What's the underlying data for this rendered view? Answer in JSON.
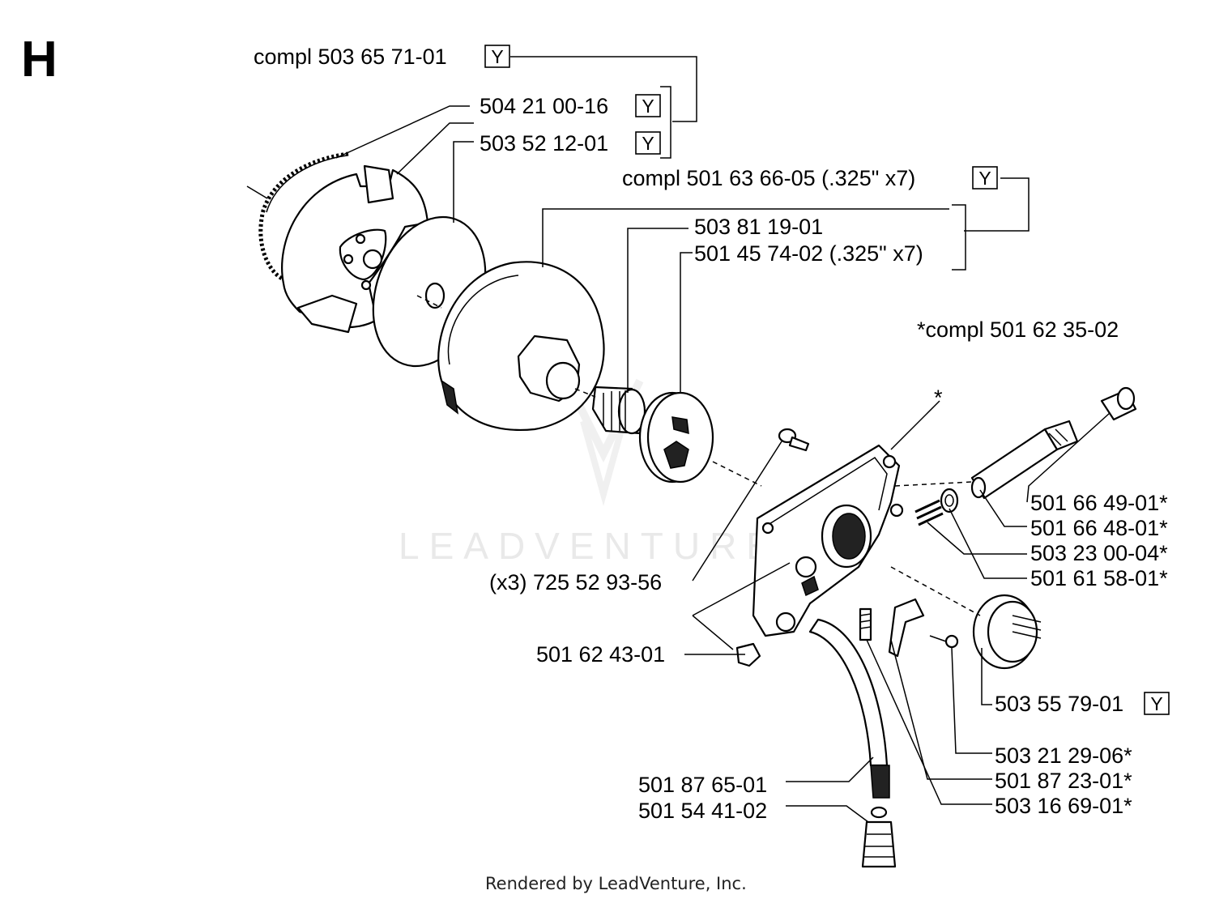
{
  "section_letter": "H",
  "watermark": "LEADVENTURE",
  "footer": "Rendered by LeadVenture, Inc.",
  "labels": {
    "compl_503_65_71_01": "compl 503 65 71-01",
    "p504_21_00_16": "504 21 00-16",
    "p503_52_12_01": "503 52 12-01",
    "compl_501_63_66_05": "compl 501 63 66-05 (.325\" x7)",
    "p503_81_19_01": "503 81 19-01",
    "p501_45_74_02": "501 45 74-02 (.325\" x7)",
    "compl_501_62_35_02": "*compl 501 62 35-02",
    "asterisk": "*",
    "p501_66_49_01": "501 66 49-01*",
    "p501_66_48_01": "501 66 48-01*",
    "p503_23_00_04": "503 23 00-04*",
    "p501_61_58_01": "501 61 58-01*",
    "p725_52_93_56": "(x3) 725 52 93-56",
    "p501_62_43_01": "501 62 43-01",
    "p503_55_79_01": "503 55 79-01",
    "p503_21_29_06": "503 21 29-06*",
    "p501_87_23_01": "501 87 23-01*",
    "p503_16_69_01": "503 16 69-01*",
    "p501_87_65_01": "501 87 65-01",
    "p501_54_41_02": "501 54 41-02"
  },
  "y_marker": "Y"
}
